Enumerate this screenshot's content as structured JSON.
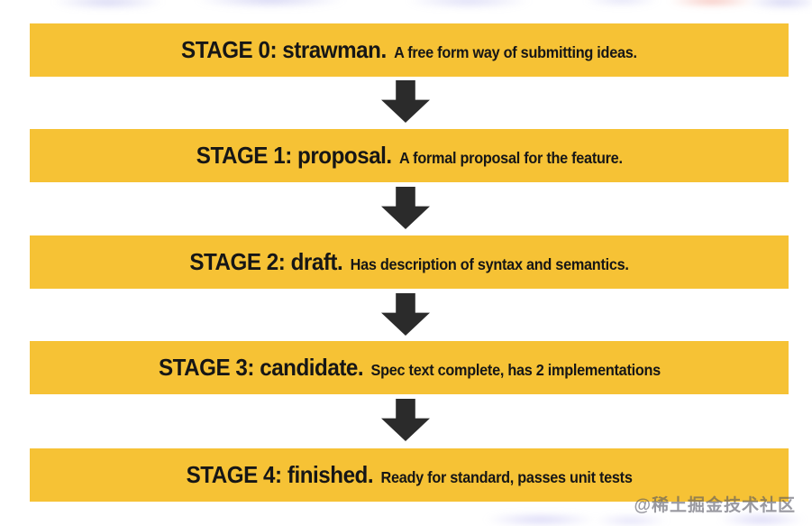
{
  "diagram": {
    "type": "process-flow",
    "colors": {
      "bar": "#F6C235",
      "arrow": "#2B2B2B",
      "text": "#161616"
    },
    "stages": [
      {
        "title": "STAGE 0: strawman.",
        "desc": "A free form way of submitting ideas."
      },
      {
        "title": "STAGE 1: proposal.",
        "desc": "A formal proposal for the feature."
      },
      {
        "title": "STAGE 2: draft.",
        "desc": "Has description of syntax and semantics."
      },
      {
        "title": "STAGE 3: candidate.",
        "desc": "Spec text complete, has 2 implementations"
      },
      {
        "title": "STAGE 4: finished.",
        "desc": "Ready for standard, passes unit tests"
      }
    ],
    "connector_icon": "arrow-down"
  },
  "watermark": {
    "text": "@稀土掘金技术社区"
  }
}
